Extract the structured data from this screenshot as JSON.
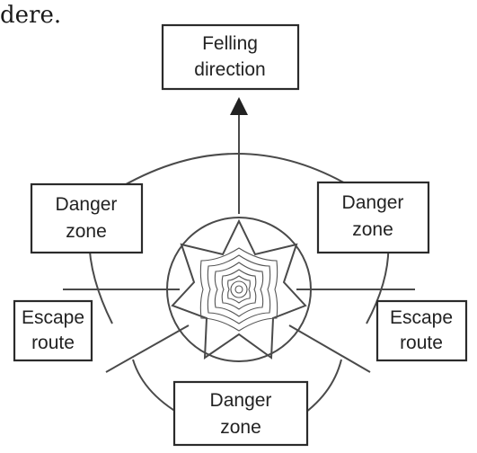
{
  "preceding_text": "dere.",
  "felling": {
    "line1": "Felling",
    "line2": "direction"
  },
  "danger_left": {
    "line1": "Danger",
    "line2": "zone"
  },
  "danger_right": {
    "line1": "Danger",
    "line2": "zone"
  },
  "danger_bottom": {
    "line1": "Danger",
    "line2": "zone"
  },
  "escape_left": {
    "line1": "Escape",
    "line2": "route"
  },
  "escape_right": {
    "line1": "Escape",
    "line2": "route"
  }
}
